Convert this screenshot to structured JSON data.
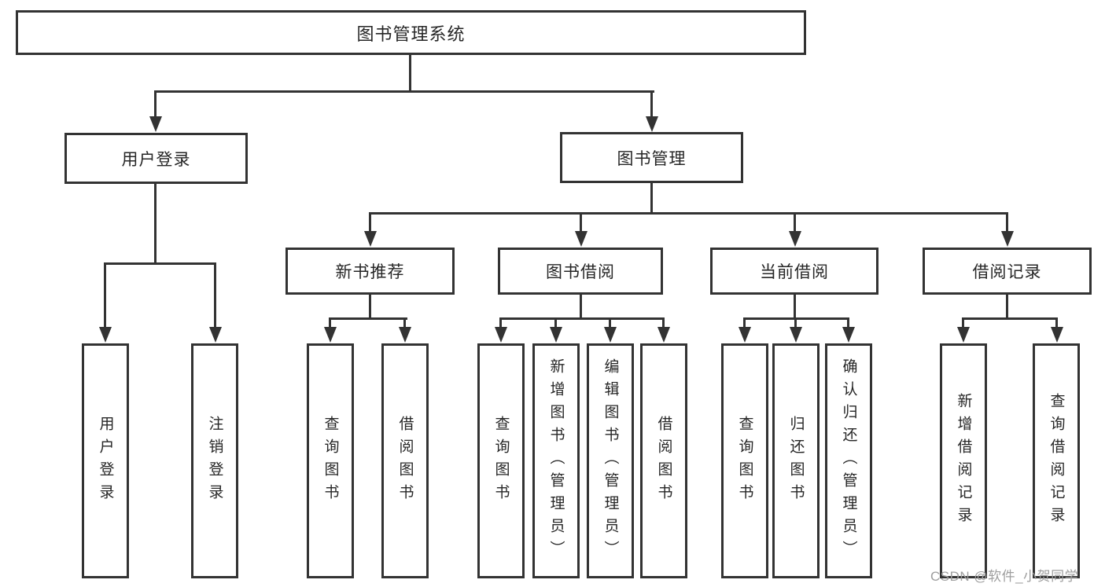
{
  "diagram": {
    "root_label": "图书管理系统",
    "level2": {
      "user_login": "用户登录",
      "book_mgmt": "图书管理"
    },
    "level3": {
      "new_books": "新书推荐",
      "book_borrow": "图书借阅",
      "current_borrow": "当前借阅",
      "borrow_records": "借阅记录"
    },
    "leaves": {
      "user_login": [
        "用户登录",
        "注销登录"
      ],
      "new_books": [
        "查询图书",
        "借阅图书"
      ],
      "book_borrow": [
        "查询图书",
        "新增图书（管理员）",
        "编辑图书（管理员）",
        "借阅图书"
      ],
      "current_borrow": [
        "查询图书",
        "归还图书",
        "确认归还（管理员）"
      ],
      "borrow_records": [
        "新增借阅记录",
        "查询借阅记录"
      ]
    }
  },
  "watermark": {
    "text": "CSDN @软件_小贺同学"
  },
  "colors": {
    "line": "#333333",
    "box_border": "#333333",
    "text": "#262626",
    "watermark": "#9e9e9e",
    "background": "#ffffff"
  }
}
